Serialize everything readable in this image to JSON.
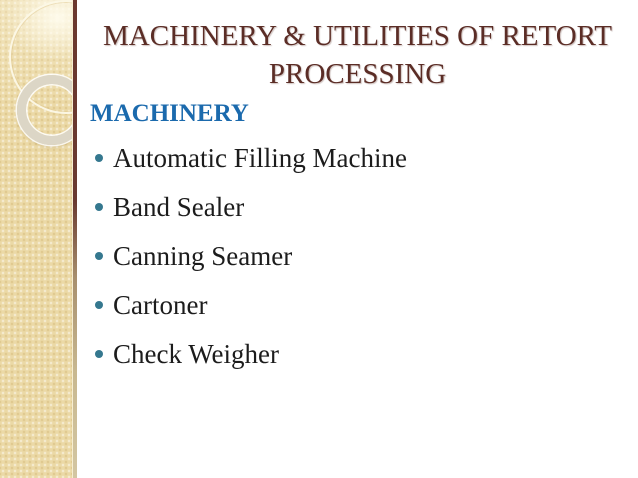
{
  "slide": {
    "title": "MACHINERY & UTILITIES OF RETORT PROCESSING",
    "subheading": "MACHINERY",
    "bullets": [
      "Automatic Filling Machine",
      "Band Sealer",
      "Canning Seamer",
      "Cartoner",
      "Check Weigher"
    ],
    "colors": {
      "background": "#ffffff",
      "title_text": "#5b2d26",
      "subheading_text": "#1b6aad",
      "body_text": "#1c1c1c",
      "bullet_dot": "#35788f",
      "sidebar": "#ebd9a6",
      "accent_line_top": "#6b382e",
      "accent_line_bottom": "#d3c6a2",
      "ring_decoration": "#dcd6c6"
    }
  }
}
